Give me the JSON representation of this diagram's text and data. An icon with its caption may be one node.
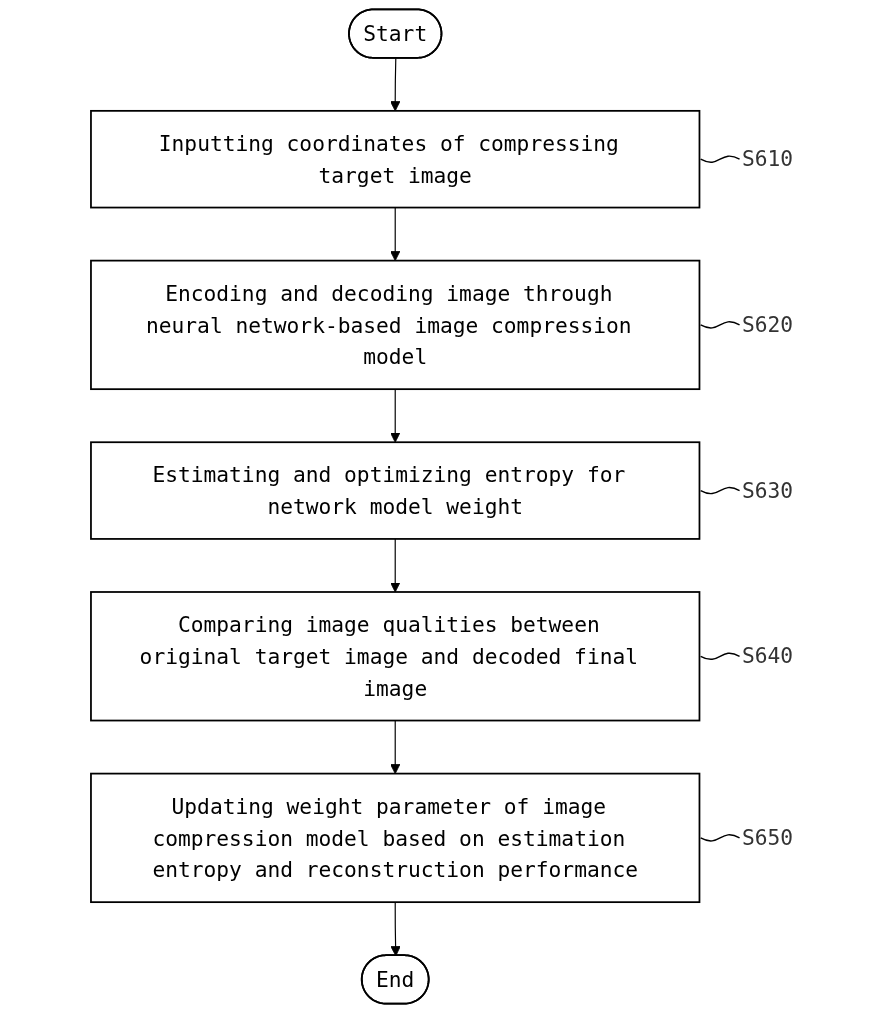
{
  "diagram": {
    "nodes": [
      {
        "text": [
          "Start"
        ]
      },
      {
        "text": [
          "Inputting coordinates of compressing target image"
        ]
      },
      {
        "text": [
          "S610"
        ]
      },
      {
        "text": [
          "Encoding and decoding image through neural network-based image compression model"
        ]
      },
      {
        "text": [
          "S620"
        ]
      },
      {
        "text": [
          "Estimating and optimizing entropy for network model weight"
        ]
      },
      {
        "text": [
          "S630"
        ]
      },
      {
        "text": [
          "Comparing image qualities between original target image and decoded final image"
        ]
      },
      {
        "text": [
          "S640"
        ]
      },
      {
        "text": [
          "Updating weight parameter of image compression model based on estimation entropy and reconstruction performance"
        ]
      },
      {
        "text": [
          "S650"
        ]
      },
      {
        "text": [
          "End"
        ]
      }
    ],
    "edges": [
      {
        "from": 0,
        "to": 1,
        "arrow": "to"
      },
      {
        "from": 2,
        "to": 1,
        "arrow": "none"
      },
      {
        "from": 1,
        "to": 3,
        "arrow": "to"
      },
      {
        "from": 4,
        "to": 3,
        "arrow": "none"
      },
      {
        "from": 3,
        "to": 5,
        "arrow": "to"
      },
      {
        "from": 6,
        "to": 5,
        "arrow": "none"
      },
      {
        "from": 5,
        "to": 7,
        "arrow": "to"
      },
      {
        "from": 8,
        "to": 7,
        "arrow": "none"
      },
      {
        "from": 7,
        "to": 9,
        "arrow": "to"
      },
      {
        "from": 10,
        "to": 9,
        "arrow": "none"
      },
      {
        "from": 9,
        "to": 11,
        "arrow": "to"
      }
    ]
  }
}
